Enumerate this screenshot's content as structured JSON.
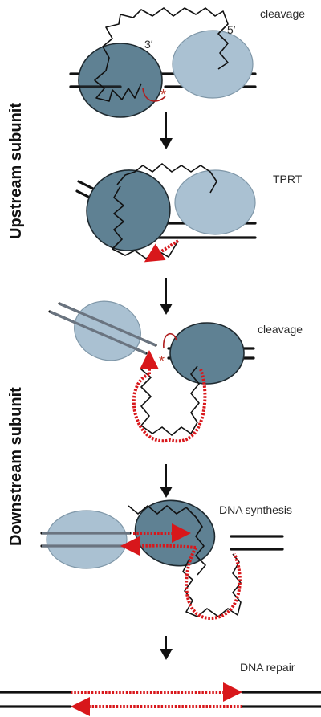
{
  "side_labels": {
    "upstream": "Upstream subunit",
    "downstream": "Downstream subunit"
  },
  "steps": [
    {
      "label": "cleavage"
    },
    {
      "label": "TPRT"
    },
    {
      "label": "cleavage"
    },
    {
      "label": "DNA synthesis"
    },
    {
      "label": "DNA repair"
    }
  ],
  "end_labels": {
    "three_prime": "3′",
    "five_prime": "5′"
  },
  "cleavage_mark": "*",
  "colors": {
    "protein_dark": "#5f8193",
    "protein_light": "#aac1d2",
    "new_dna": "#d8171b",
    "dna": "#111111"
  }
}
